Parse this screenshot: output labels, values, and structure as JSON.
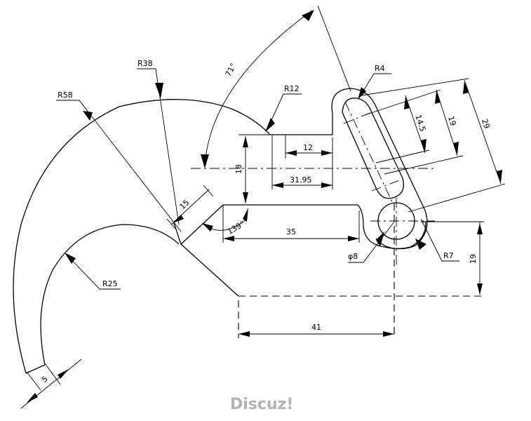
{
  "dimensions": {
    "r58": "R58",
    "r38": "R38",
    "angle_71": "71°",
    "r12": "R12",
    "r4": "R4",
    "d14_5": "14.5",
    "d19_slot": "19",
    "d29": "29",
    "d12": "12",
    "d18": "18",
    "d31_95": "31.95",
    "d15": "15",
    "angle_139": "139°",
    "d35": "35",
    "phi8": "φ8",
    "r7": "R7",
    "d19_right": "19",
    "r25": "R25",
    "d41": "41",
    "d5": "5"
  },
  "watermark": "Discuz!"
}
